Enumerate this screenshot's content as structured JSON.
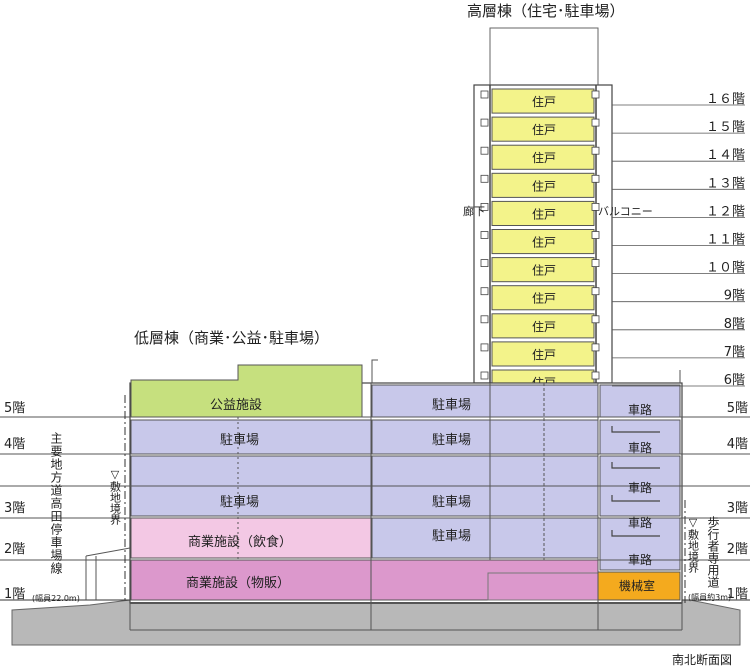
{
  "titles": {
    "high_rise": "高層棟（住宅･駐車場）",
    "low_rise": "低層棟（商業･公益･駐車場）",
    "figure": "南北断面図"
  },
  "units": {
    "residence": "住戸",
    "public": "公益施設",
    "parking": "駐車場",
    "retail_food": "商業施設（飲食）",
    "retail_goods": "商業施設（物販）",
    "ramp": "車路",
    "machine": "機械室",
    "corridor": "廊下",
    "balcony": "バルコニー"
  },
  "floors_high": [
    "１６階",
    "１５階",
    "１４階",
    "１３階",
    "１２階",
    "１１階",
    "１０階",
    "9階",
    "8階",
    "7階",
    "6階"
  ],
  "floors_right": [
    "5階",
    "4階",
    "3階",
    "2階",
    "1階"
  ],
  "floors_left": [
    "5階",
    "4階",
    "3階",
    "2階",
    "1階"
  ],
  "left_road": {
    "name": "主要地方道高田停車場線",
    "boundary": "▽敷地境界",
    "width": "(幅員22.0m)"
  },
  "right_road": {
    "name": "歩行者専用道",
    "boundary": "▽敷地境界",
    "width": "(幅員約3m)"
  },
  "colors": {
    "residence": "#f3f38a",
    "public": "#c6e07e",
    "parking": "#c8c8ea",
    "retail_food": "#f3c8e4",
    "retail_goods": "#dc98cc",
    "machine": "#f4aa1e",
    "ground": "#b8b8b8"
  }
}
